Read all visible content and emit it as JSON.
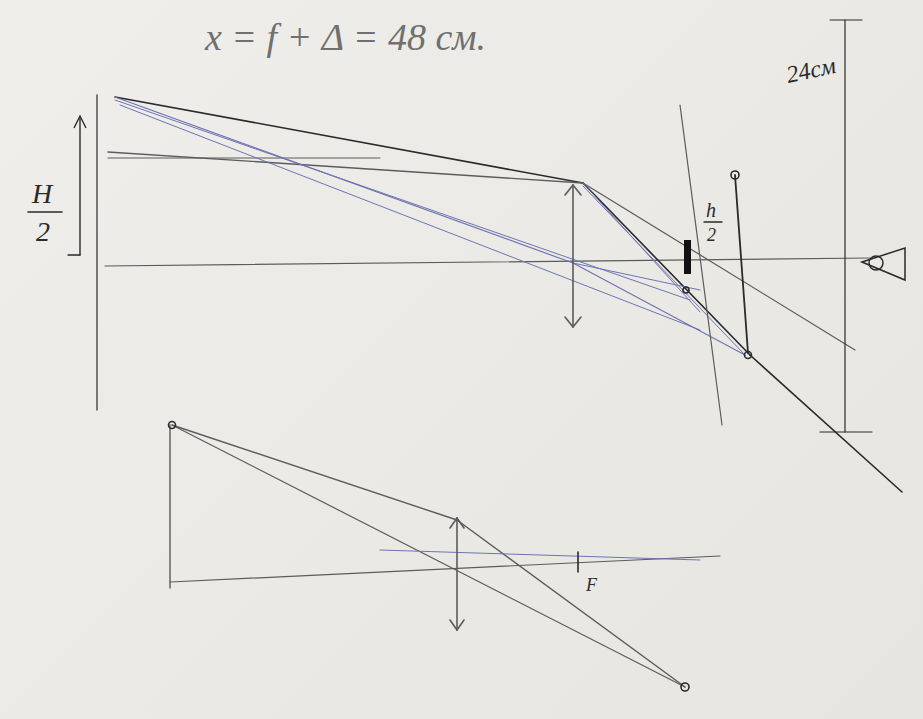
{
  "diagram": {
    "labels": [
      "x = f + Δ = 48 см.",
      "24см",
      "H",
      "2",
      "h",
      "2",
      "F"
    ]
  }
}
